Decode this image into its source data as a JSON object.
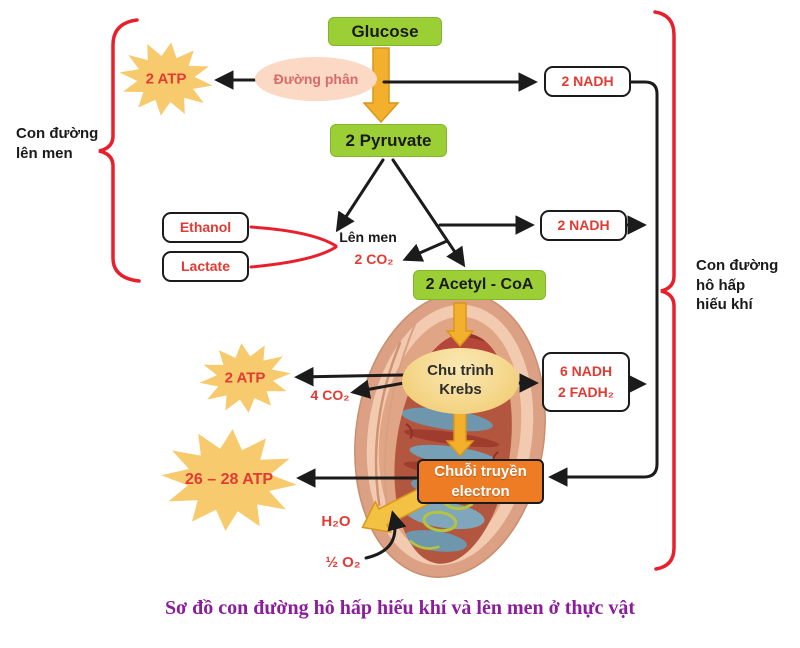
{
  "title": "Sơ đồ con đường hô hấp hiếu khí và lên men ở thực vật",
  "brackets": {
    "left": {
      "line1": "Con đường",
      "line2": "lên men"
    },
    "right": {
      "line1": "Con đường",
      "line2": "hô hấp",
      "line3": "hiếu khí"
    }
  },
  "nodes": {
    "glucose": "Glucose",
    "glycolysis": "Đường phân",
    "pyruvate": "2 Pyruvate",
    "acetyl_coa": "2 Acetyl - CoA",
    "krebs_line1": "Chu trình",
    "krebs_line2": "Krebs",
    "etc_line1": "Chuỗi truyền",
    "etc_line2": "electron",
    "ethanol": "Ethanol",
    "lactate": "Lactate",
    "fermentation": "Lên men"
  },
  "products": {
    "nadh_glycolysis": "2 NADH",
    "nadh_pyruvate": "2 NADH",
    "nadh_krebs": "6 NADH",
    "fadh2_krebs": "2 FADH₂",
    "atp_glycolysis": "2 ATP",
    "atp_krebs": "2 ATP",
    "atp_etc": "26 – 28 ATP",
    "co2_pyruvate": "2 CO₂",
    "co2_krebs": "4 CO₂",
    "h2o": "H₂O",
    "o2": "½ O₂"
  },
  "colors": {
    "green_box": "#9bcf35",
    "yellow_arrow": "#f3b02c",
    "starburst": "#f8ca6e",
    "red_text": "#e23b33",
    "orange_box": "#ee7c24",
    "bracket_red": "#e8202c",
    "oval_pink": "#fbd9c4",
    "title_purple": "#8b1c9c"
  }
}
